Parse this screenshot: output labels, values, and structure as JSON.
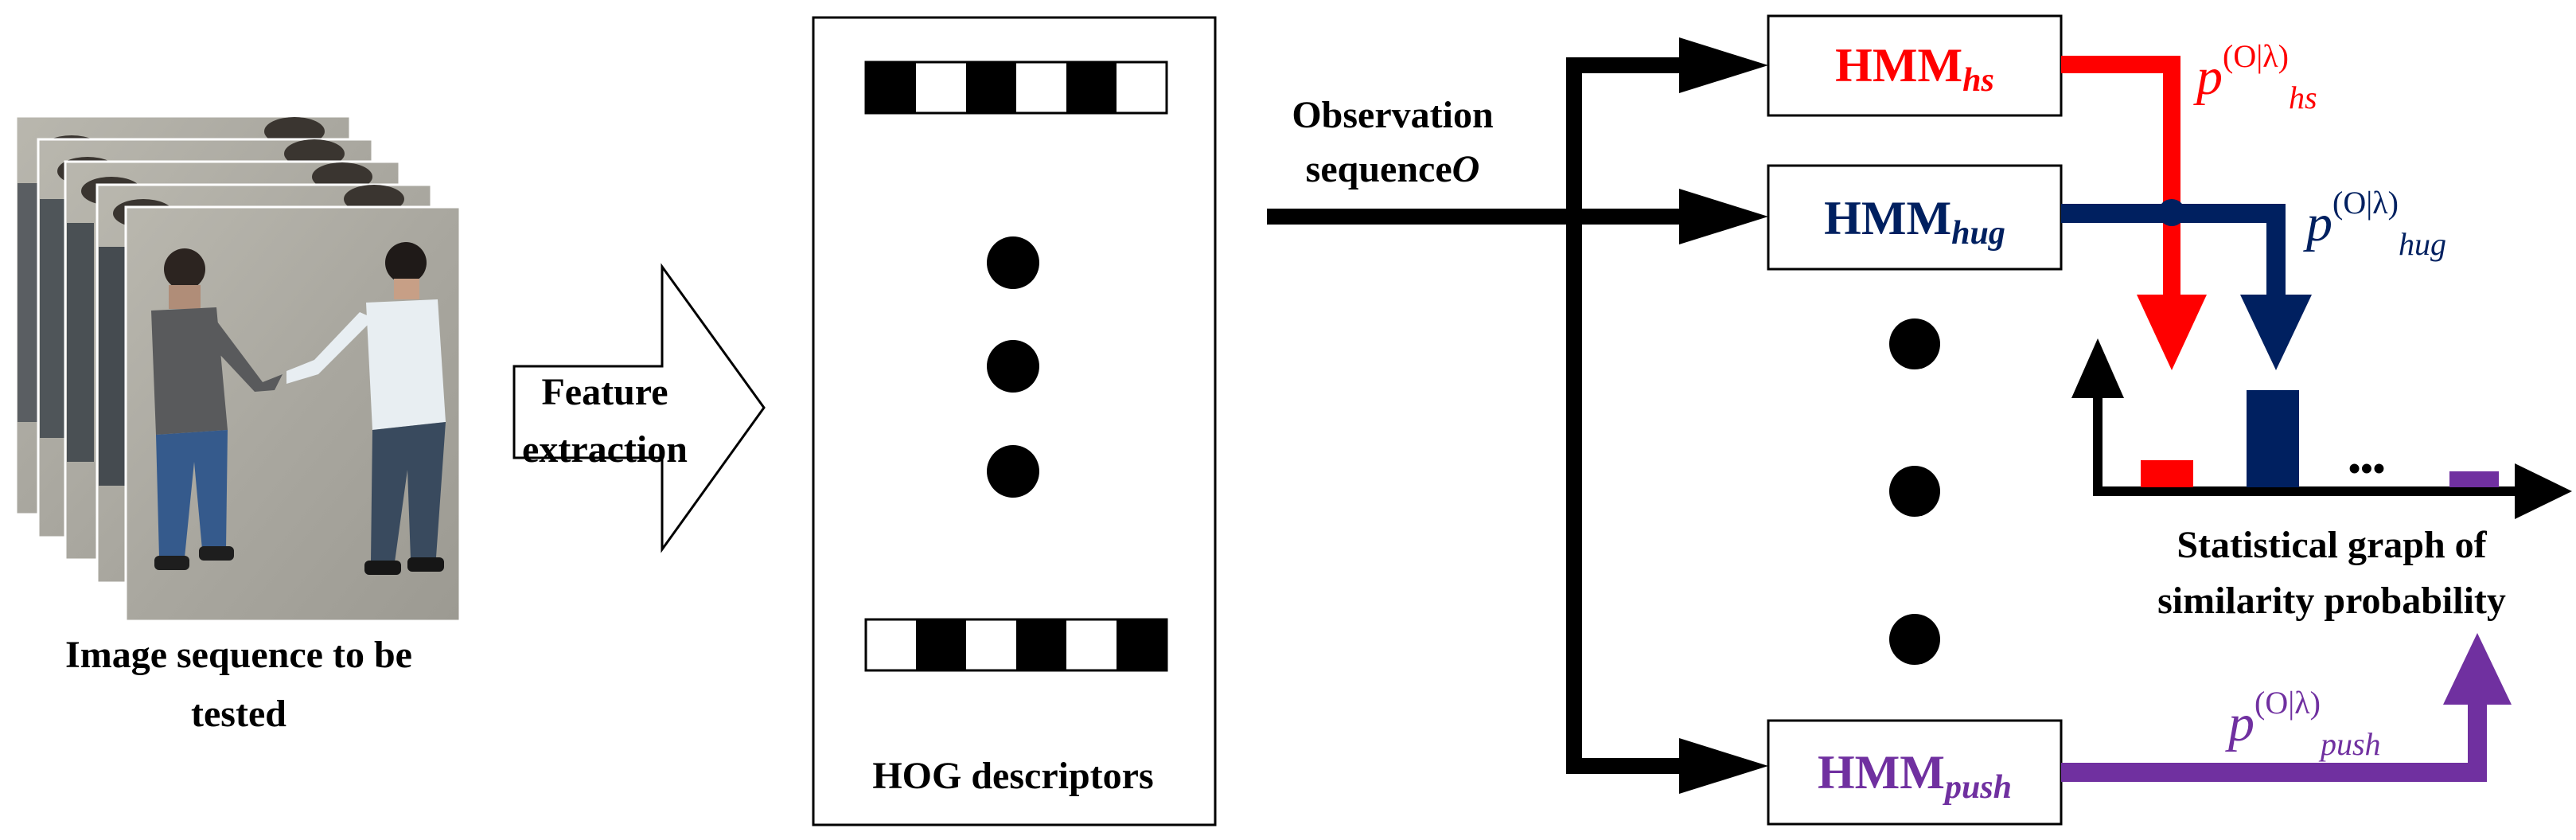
{
  "image_sequence": {
    "caption_line1": "Image sequence to be",
    "caption_line2": "tested",
    "frame_count": 5
  },
  "feature_arrow": {
    "label_line1": "Feature",
    "label_line2": "extraction"
  },
  "hog_box": {
    "caption": "HOG descriptors",
    "top_bar_pattern": [
      "black",
      "white",
      "black",
      "white",
      "black",
      "white"
    ],
    "bottom_bar_pattern": [
      "white",
      "black",
      "white",
      "black",
      "white",
      "black"
    ]
  },
  "observation": {
    "label_line1": "Observation",
    "label_line2_text": "sequence",
    "label_line2_symbol": "O"
  },
  "models": [
    {
      "base": "HMM",
      "sub": "hs",
      "color": "#ff0000"
    },
    {
      "base": "HMM",
      "sub": "hug",
      "color": "#002060"
    },
    {
      "base": "HMM",
      "sub": "push",
      "color": "#7030a0"
    }
  ],
  "probabilities": [
    {
      "p": "p",
      "sup": "(O|λ)",
      "sub": "hs",
      "color": "#ff0000"
    },
    {
      "p": "p",
      "sup": "(O|λ)",
      "sub": "hug",
      "color": "#002060"
    },
    {
      "p": "p",
      "sup": "(O|λ)",
      "sub": "push",
      "color": "#7030a0"
    }
  ],
  "graph": {
    "caption_line1": "Statistical graph of",
    "caption_line2": "similarity probability",
    "ellipsis": "•••"
  },
  "colors": {
    "line": "#000000",
    "hs": "#ff0000",
    "hug": "#002060",
    "push": "#7030a0"
  }
}
